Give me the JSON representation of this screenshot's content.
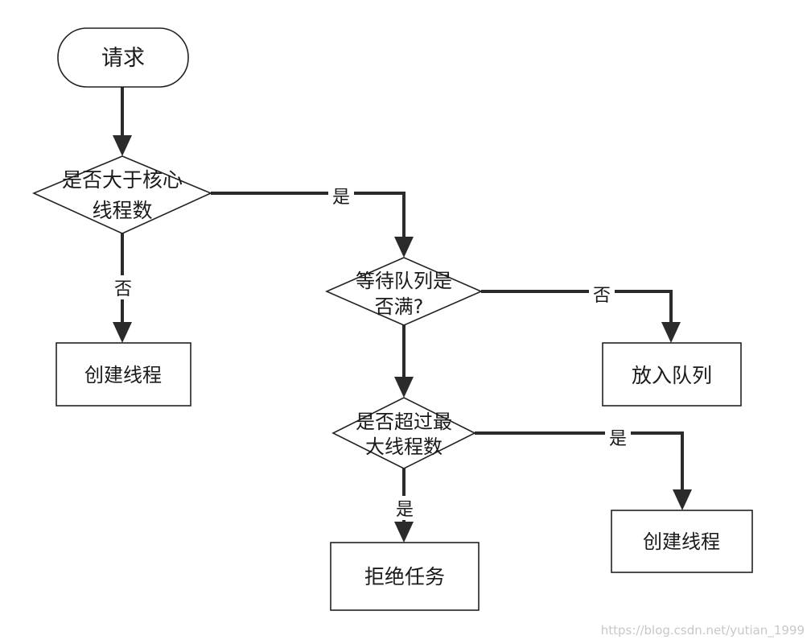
{
  "diagram": {
    "nodes": {
      "start": {
        "text": "请求"
      },
      "check_core": {
        "line1": "是否大于核心",
        "line2": "线程数"
      },
      "create_thread_1": {
        "text": "创建线程"
      },
      "check_queue": {
        "line1": "等待队列是",
        "line2": "否满?"
      },
      "enqueue": {
        "text": "放入队列"
      },
      "check_max": {
        "line1": "是否超过最",
        "line2": "大线程数"
      },
      "reject": {
        "text": "拒绝任务"
      },
      "create_thread_2": {
        "text": "创建线程"
      }
    },
    "edges": {
      "core_yes": {
        "label": "是"
      },
      "core_no": {
        "label": "否"
      },
      "queue_no": {
        "label": "否"
      },
      "max_yes_down": {
        "label": "是"
      },
      "max_yes_right": {
        "label": "是"
      }
    }
  },
  "watermark": {
    "text": "https://blog.csdn.net/yutian_1999"
  }
}
